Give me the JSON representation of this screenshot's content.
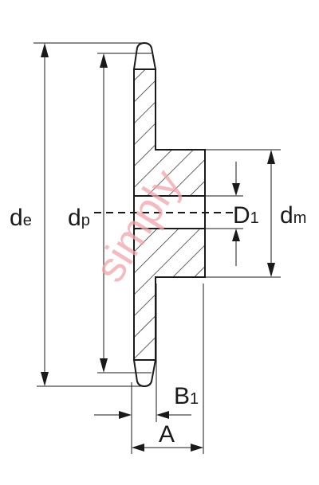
{
  "labels": {
    "de": {
      "main": "d",
      "sub": "e"
    },
    "dp": {
      "main": "d",
      "sub": "p"
    },
    "D1": {
      "main": "D",
      "sub": "1"
    },
    "dm": {
      "main": "d",
      "sub": "m"
    },
    "B1": {
      "main": "B",
      "sub": "1"
    },
    "A": {
      "main": "A"
    }
  },
  "watermark": "simply",
  "colors": {
    "line": "#1a1a1a",
    "hatch": "#222222",
    "watermark": "#f2a4ac",
    "background": "#ffffff"
  }
}
